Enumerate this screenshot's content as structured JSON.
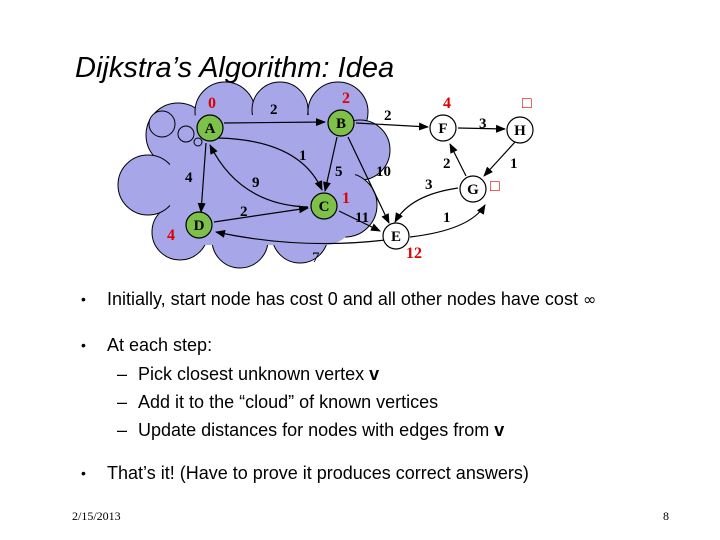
{
  "title": "Dijkstra’s Algorithm: Idea",
  "graph": {
    "nodes": {
      "A": "A",
      "B": "B",
      "C": "C",
      "D": "D",
      "E": "E",
      "F": "F",
      "G": "G",
      "H": "H"
    },
    "costs": {
      "A": "0",
      "B": "2",
      "C": "1",
      "D": "4",
      "E": "12",
      "F": "4",
      "G": "□",
      "H": "□"
    },
    "weights": {
      "A_B": "2",
      "B_F": "2",
      "F_H": "3",
      "H_G": "1",
      "G_F": "2",
      "A_C": "1",
      "B_C": "5",
      "B_E": "10",
      "A_D": "4",
      "C_A": "9",
      "D_C": "2",
      "C_E": "11",
      "E_G": "1",
      "G_E": "3",
      "E_D": "7"
    },
    "colors": {
      "cloud": "#a6a6e8",
      "known_node": "#7dc04a",
      "unknown_node": "#ffffff",
      "cost_text": "#e00000"
    }
  },
  "bullets": {
    "b1": "Initially, start node has cost 0 and all other nodes have cost",
    "b1_symbol": "∞",
    "b2": "At each step:",
    "sub1_text": "Pick closest unknown vertex",
    "sub1_bold": "v",
    "sub2": "Add it to the “cloud” of known vertices",
    "sub3_text": "Update distances for nodes with edges from",
    "sub3_bold": "v",
    "b3": "That’s it!  (Have to prove it produces correct answers)",
    "bullet_char": "•",
    "dash_char": "–"
  },
  "footer": {
    "date": "2/15/2013",
    "page": "8"
  }
}
